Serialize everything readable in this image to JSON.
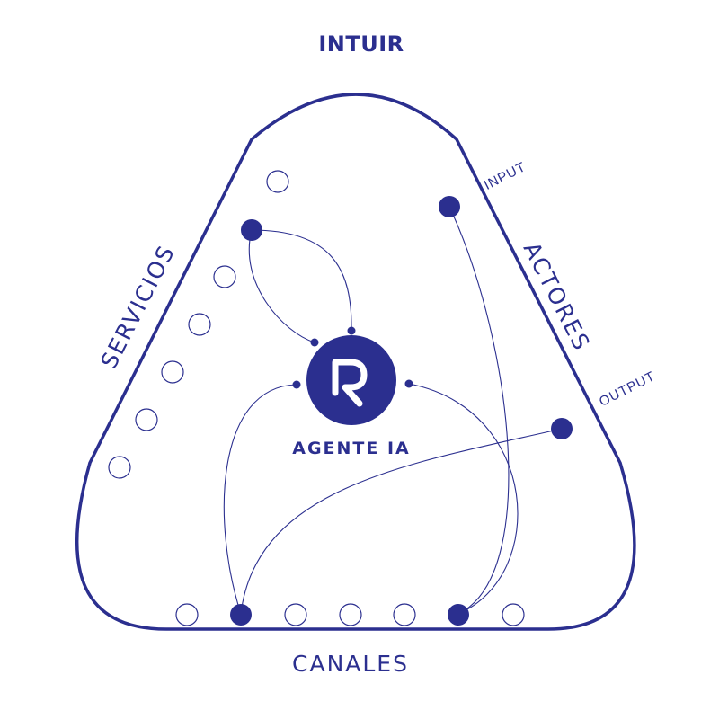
{
  "title": "INTUIR",
  "labels": {
    "servicios": "SERVICIOS",
    "actores": "ACTORES",
    "canales": "CANALES",
    "input": "INPUT",
    "output": "OUTPUT"
  },
  "center": {
    "label": "AGENTE IA",
    "logo_letter": "R"
  },
  "colors": {
    "primary": "#2B2F8F",
    "background": "#FFFFFF"
  }
}
